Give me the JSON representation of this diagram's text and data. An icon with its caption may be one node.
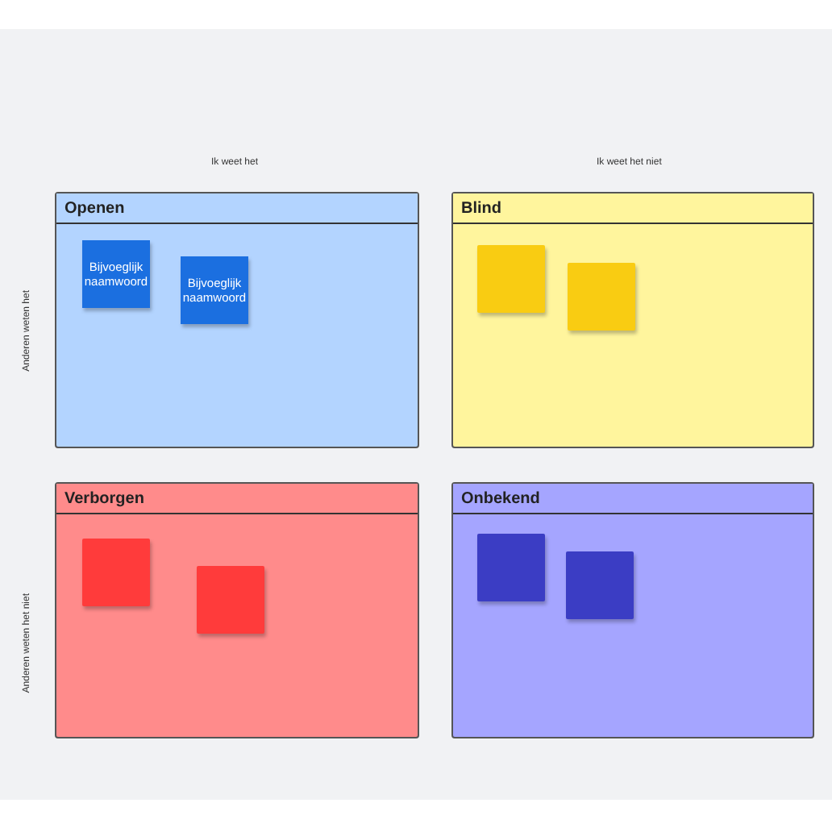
{
  "diagram": {
    "nodes": [
      {
        "text": [
          "Openen"
        ]
      },
      {
        "text": [
          "Bijvoeglijk naamwoord"
        ],
        "in": 0
      },
      {
        "text": [
          "Bijvoeglijk naamwoord"
        ],
        "in": 0
      },
      {
        "text": [
          "Blind"
        ]
      },
      {
        "text": [],
        "shape": "box",
        "in": 3
      },
      {
        "text": [],
        "shape": "box",
        "in": 3
      },
      {
        "text": [
          "Verborgen"
        ]
      },
      {
        "text": [],
        "shape": "box",
        "in": 6
      },
      {
        "text": [],
        "shape": "box",
        "in": 6
      },
      {
        "text": [
          "Onbekend"
        ]
      },
      {
        "text": [],
        "shape": "box",
        "in": 9
      },
      {
        "text": [],
        "shape": "box",
        "in": 9
      }
    ],
    "edges": [],
    "labels": [
      "Ik weet het",
      "Ik weet het niet",
      "Anderen weten het",
      "Anderen weten het niet"
    ]
  }
}
